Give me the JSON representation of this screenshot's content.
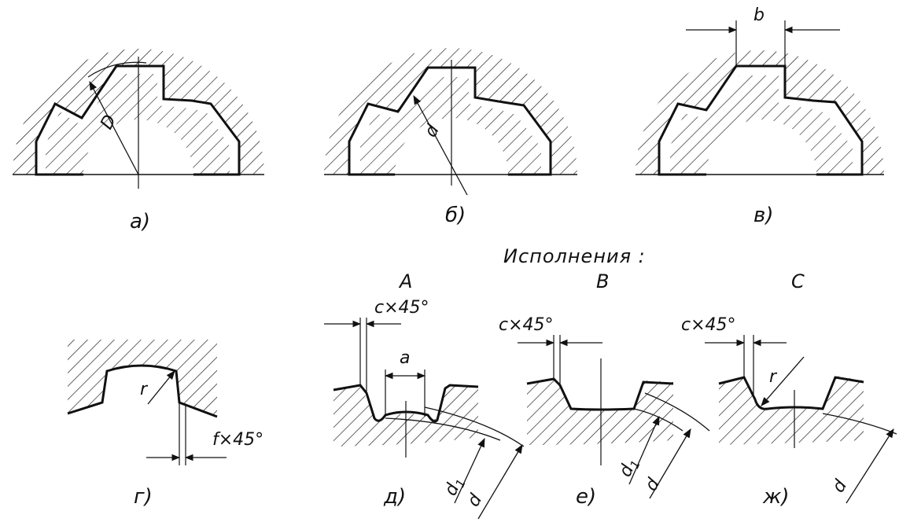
{
  "figure_labels": {
    "a": "а)",
    "b": "б)",
    "v": "в)",
    "g": "г)",
    "d": "д)",
    "e": "е)",
    "zh": "ж)"
  },
  "header": {
    "title": "Исполнения :",
    "variant_a": "А",
    "variant_b": "В",
    "variant_c": "С"
  },
  "dimensions": {
    "D": "D",
    "d": "d",
    "b": "b",
    "r": "r",
    "chamfer_f": "f×45°",
    "chamfer_c": "c×45°",
    "a": "a",
    "d1": "d1",
    "d1_base": "d",
    "d1_sub": "1"
  },
  "colors": {
    "ink": "#111111",
    "background": "#ffffff"
  }
}
